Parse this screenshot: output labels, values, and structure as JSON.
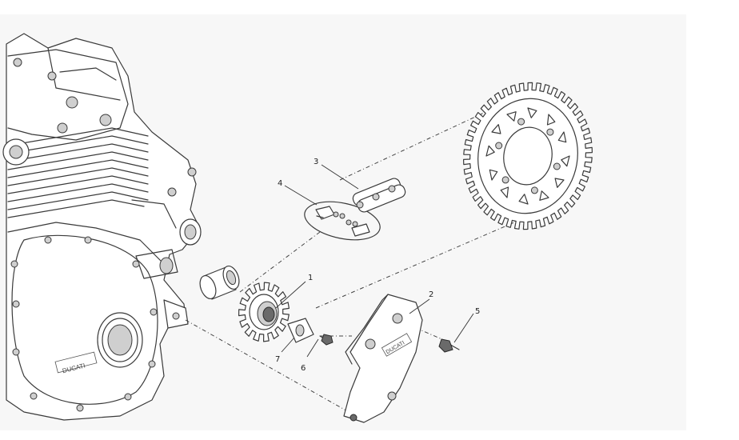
{
  "callouts": {
    "c1": "1",
    "c2": "2",
    "c3": "3",
    "c4": "4",
    "c5": "5",
    "c6": "6",
    "c7": "7"
  },
  "labels": {
    "cover_logo": "DUCATI",
    "engine_logo": "DUCATI"
  }
}
